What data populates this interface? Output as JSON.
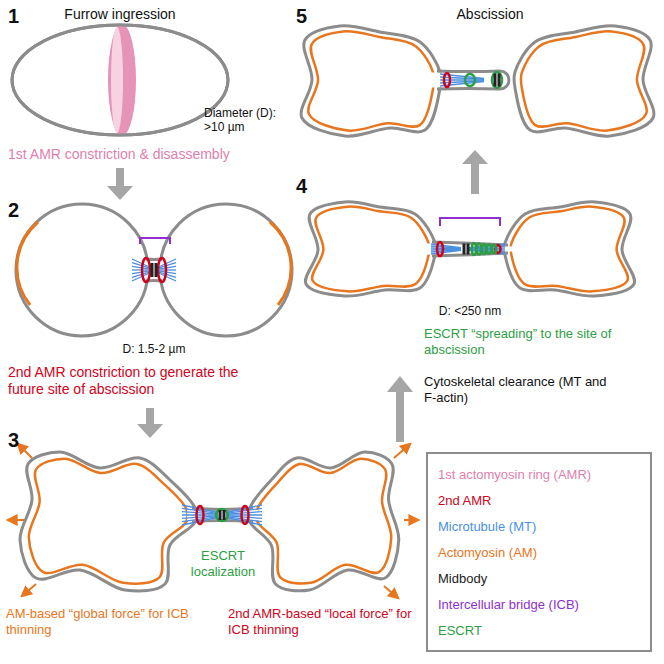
{
  "diagram": {
    "labels": [
      "1",
      "Furrow ingression",
      "Diameter (D): >10 µm",
      "1st AMR constriction & disassembly",
      "2",
      "D: 1.5-2 µm",
      "2nd AMR constriction to generate the future site of abscission",
      "3",
      "ESCRT localization",
      "AM-based “global force” for ICB thinning",
      "2nd AMR-based “local force” for ICB thinning",
      "5",
      "Abscission",
      "4",
      "D: <250 nm",
      "ESCRT “spreading” to the site of abscission",
      "Cytoskeletal clearance (MT and F-actin)"
    ],
    "legend": [
      {
        "text": "1st actomyosin ring (AMR)",
        "color": "#e07fae"
      },
      {
        "text": "2nd AMR",
        "color": "#d0021b"
      },
      {
        "text": "Microtubule (MT)",
        "color": "#4a90e2"
      },
      {
        "text": "Actomyosin (AM)",
        "color": "#e8761e"
      },
      {
        "text": "Midbody",
        "color": "#222222"
      },
      {
        "text": "Intercellular bridge (ICB)",
        "color": "#8e2fd0"
      },
      {
        "text": "ESCRT",
        "color": "#2e9e44"
      }
    ]
  }
}
